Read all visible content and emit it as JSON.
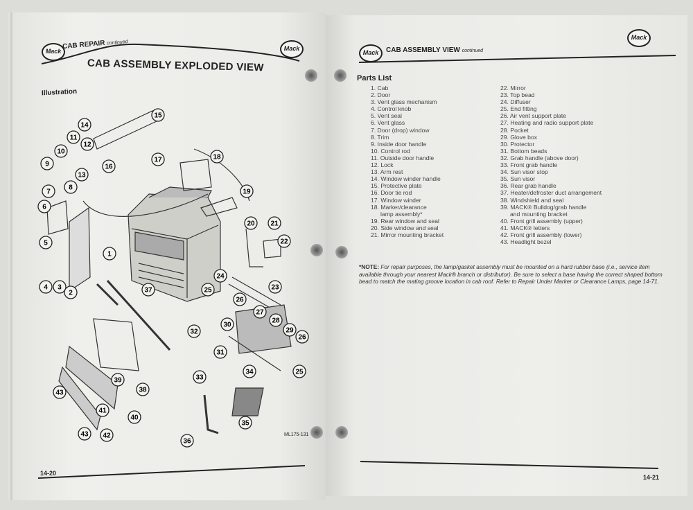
{
  "left_page": {
    "logo_text": "Mack",
    "header_section": "CAB REPAIR",
    "header_continued": "continued",
    "title": "CAB ASSEMBLY EXPLODED VIEW",
    "subheading": "Illustration",
    "callouts": [
      "15",
      "14",
      "12",
      "11",
      "10",
      "9",
      "8",
      "13",
      "16",
      "17",
      "18",
      "7",
      "6",
      "19",
      "20",
      "21",
      "22",
      "5",
      "1",
      "4",
      "3",
      "2",
      "24",
      "23",
      "37",
      "25",
      "26",
      "27",
      "28",
      "29",
      "26",
      "30",
      "32",
      "31",
      "25",
      "34",
      "33",
      "39",
      "38",
      "43",
      "35",
      "41",
      "40",
      "36",
      "43",
      "42"
    ],
    "figure_id": "ML175-131",
    "page_number": "14-20"
  },
  "right_page": {
    "logo_text": "Mack",
    "header_section": "CAB ASSEMBLY VIEW",
    "header_continued": "continued",
    "parts_heading": "Parts List",
    "parts_col1": [
      "1. Cab",
      "2. Door",
      "3. Vent glass mechanism",
      "4. Control knob",
      "5. Vent seal",
      "6. Vent glass",
      "7. Door (drop) window",
      "8. Trim",
      "9. Inside door handle",
      "10. Control rod",
      "11. Outside door handle",
      "12. Lock",
      "13. Arm rest",
      "14. Window winder handle",
      "15. Protective plate",
      "16. Door tie rod",
      "17. Window winder",
      "18. Marker/clearance",
      "lamp assembly*",
      "19. Rear window and seal",
      "20. Side window and seal",
      "21. Mirror mounting bracket"
    ],
    "parts_col2": [
      "22. Mirror",
      "23. Top bead",
      "24. Diffuser",
      "25. End fitting",
      "26. Air vent support plate",
      "27. Heating and radio support plate",
      "28. Pocket",
      "29. Glove box",
      "30. Protector",
      "31. Bottom beads",
      "32. Grab handle (above door)",
      "33. Front grab handle",
      "34. Sun visor stop",
      "35. Sun visor",
      "36. Rear grab handle",
      "37. Heater/defroster duct arrangement",
      "38. Windshield and seal",
      "39. MACK® Bulldog/grab handle",
      "and mounting bracket",
      "40. Front grill assembly (upper)",
      "41. MACK® letters",
      "42. Front grill assembly (lower)",
      "43. Headlight bezel"
    ],
    "note_label": "*NOTE:",
    "note_text": "For repair purposes, the lamp/gasket assembly must be mounted on a hard rubber base (i.e., service item available through your nearest Mack® branch or distributor). Be sure to select a base having the correct shaped bottom bead to match the mating groove location in cab roof. Refer to Repair Under Marker or Clearance Lamps, page 14-71.",
    "page_number": "14-21"
  }
}
